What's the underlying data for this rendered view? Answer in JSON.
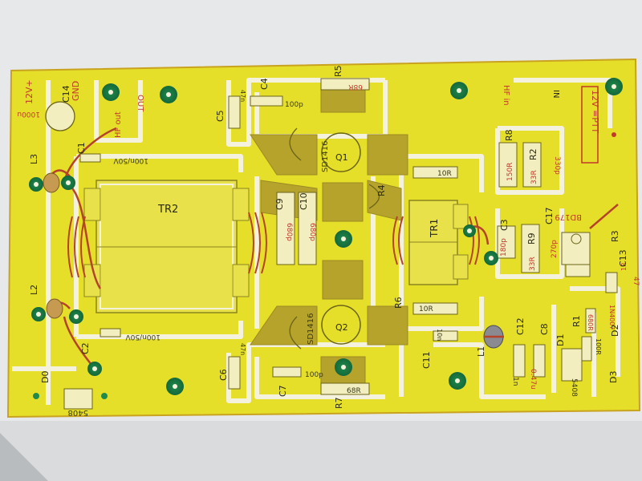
{
  "colors": {
    "board": "#e6df2a",
    "board_edge": "#c9a21f",
    "copper_gap": "#f4f1dc",
    "pad": "#b6a32c",
    "via": "#1f8a4c",
    "trace": "#b5432b",
    "paper": "#e4e6e8"
  },
  "power": {
    "supply": "12V+",
    "ground": "GND"
  },
  "ports": {
    "hf_out": "HF out",
    "hf_out_mirror": "OUT",
    "hf_in": "HF in",
    "hf_in_mirror": "IN",
    "ptt": "12V =PTT"
  },
  "components": {
    "c14": {
      "ref": "C14",
      "value": "1000u"
    },
    "c1": {
      "ref": "C1",
      "value": "100n/50V"
    },
    "c2": {
      "ref": "C2",
      "value": "100n/50V"
    },
    "c3": {
      "ref": "C3",
      "value": "180p"
    },
    "c4": {
      "ref": "C4",
      "value": "100p"
    },
    "c5": {
      "ref": "C5",
      "value": "47n"
    },
    "c6": {
      "ref": "C6",
      "value": "47n"
    },
    "c7": {
      "ref": "C7",
      "value": "100p"
    },
    "c8": {
      "ref": "C8",
      "value": "0.47u"
    },
    "c9": {
      "ref": "C9",
      "value": "680p"
    },
    "c10": {
      "ref": "C10",
      "value": "680p"
    },
    "c11": {
      "ref": "C11",
      "value": "10n"
    },
    "c12": {
      "ref": "C12",
      "value": "1n"
    },
    "c13": {
      "ref": "C13",
      "value": "47"
    },
    "c17": {
      "ref": "C17",
      "value": "270p"
    },
    "c_330p": {
      "value": "330p"
    },
    "l1": {
      "ref": "L1"
    },
    "l2": {
      "ref": "L2"
    },
    "l3": {
      "ref": "L3"
    },
    "tr1": {
      "ref": "TR1"
    },
    "tr2": {
      "ref": "TR2"
    },
    "q1": {
      "ref": "Q1",
      "part": "SD1416"
    },
    "q2": {
      "ref": "Q2",
      "part": "SD1416"
    },
    "q3": {
      "part": "BD179"
    },
    "r1": {
      "ref": "R1",
      "value": "680R"
    },
    "r2": {
      "ref": "R2",
      "value": "33R"
    },
    "r3": {
      "ref": "R3",
      "value": "1R"
    },
    "r4": {
      "ref": "R4",
      "value": "10R"
    },
    "r5": {
      "ref": "R5",
      "value": "68R"
    },
    "r6": {
      "ref": "R6",
      "value": "10R"
    },
    "r7": {
      "ref": "R7",
      "value": "68R"
    },
    "r8": {
      "ref": "R8",
      "value": "150R"
    },
    "r9": {
      "ref": "R9",
      "value": "33R"
    },
    "r_100r": {
      "value": "100R"
    },
    "d0": {
      "ref": "D0",
      "part": "5408"
    },
    "d1": {
      "ref": "D1",
      "part": "5408"
    },
    "d2": {
      "ref": "D2",
      "part": "1N4007"
    },
    "d3": {
      "ref": "D3"
    }
  }
}
